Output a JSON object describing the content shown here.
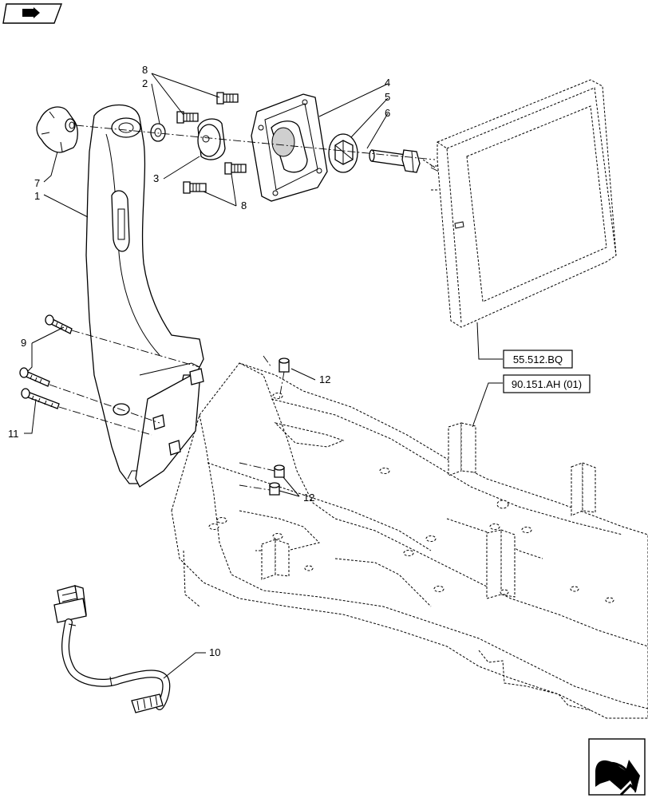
{
  "callouts": {
    "c1": "1",
    "c2": "2",
    "c3": "3",
    "c4": "4",
    "c5": "5",
    "c6": "6",
    "c7": "7",
    "c8a": "8",
    "c8b": "8",
    "c9": "9",
    "c10": "10",
    "c11": "11",
    "c12a": "12",
    "c12b": "12"
  },
  "references": {
    "monitor_ref": "55.512.BQ",
    "frame_ref": "90.151.AH (01)"
  },
  "icons": {
    "top_left": "book-reference-icon",
    "bottom_right": "next-page-arrow-icon"
  }
}
